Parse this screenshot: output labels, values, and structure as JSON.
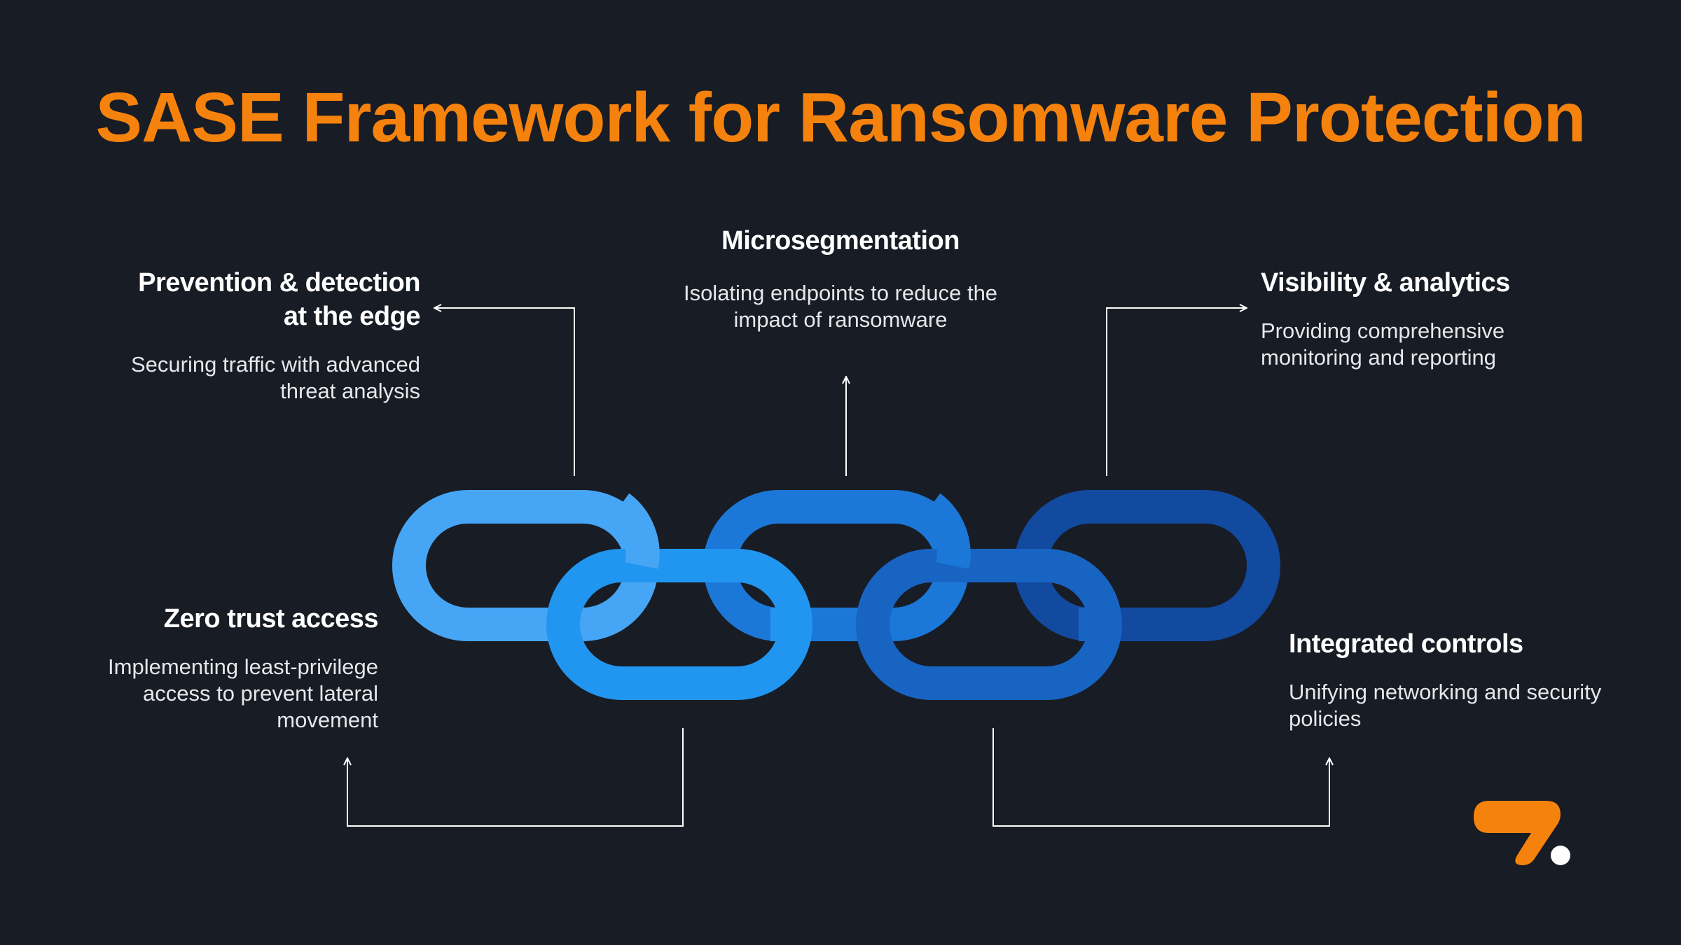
{
  "title": "SASE Framework for Ransomware Protection",
  "colors": {
    "background": "#181c25",
    "accent": "#f5820c",
    "link_1": "#46a6f5",
    "link_2": "#2196f0",
    "link_3": "#1b78d8",
    "link_4": "#1864c2",
    "link_5": "#124aa0",
    "connector": "#ffffff"
  },
  "items": {
    "edge": {
      "heading": "Prevention & detection at the edge",
      "description": "Securing traffic with advanced threat analysis"
    },
    "microsegmentation": {
      "heading": "Microsegmentation",
      "description": "Isolating endpoints to reduce the impact of ransomware"
    },
    "visibility": {
      "heading": "Visibility & analytics",
      "description": "Providing comprehensive monitoring and reporting"
    },
    "zero_trust": {
      "heading": "Zero trust access",
      "description": "Implementing least-privilege access to prevent lateral movement"
    },
    "integrated": {
      "heading": "Integrated controls",
      "description": "Unifying networking and security policies"
    }
  },
  "icons": {
    "chain": "chain-link-icon",
    "logo": "brand-logo-icon"
  }
}
